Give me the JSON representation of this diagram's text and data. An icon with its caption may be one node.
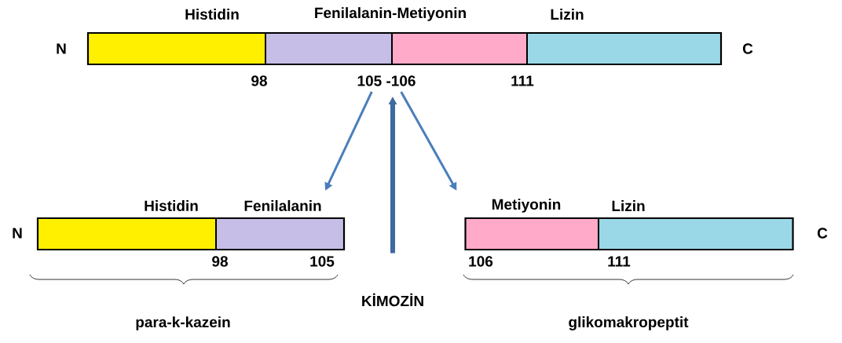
{
  "diagram": {
    "nodes": [
      {
        "text": [],
        "shape": "bar",
        "beside": [
          "Histidin",
          "Fenilalanin-Metiyonin",
          "Lizin",
          "98",
          "111"
        ]
      },
      {
        "text": [
          "105 -106"
        ]
      },
      {
        "text": [],
        "shape": "bar",
        "beside": [
          "Histidin",
          "Fenilalanin",
          "98",
          "105"
        ]
      },
      {
        "text": [],
        "shape": "bar",
        "beside": [
          "Metiyonin",
          "Lizin",
          "106",
          "111"
        ]
      },
      {
        "text": [
          "KİMOZİN"
        ]
      }
    ],
    "edges": [
      {
        "from": 1,
        "to": 2,
        "arrow": "to"
      },
      {
        "from": 1,
        "to": 3,
        "arrow": "to"
      },
      {
        "from": 4,
        "to": 1,
        "arrow": "to",
        "style": "thick",
        "color": "#3d6aa0"
      }
    ],
    "labels": [
      "N",
      "C",
      "N",
      "C",
      "para-k-kazein",
      "glikomakropeptit"
    ]
  }
}
